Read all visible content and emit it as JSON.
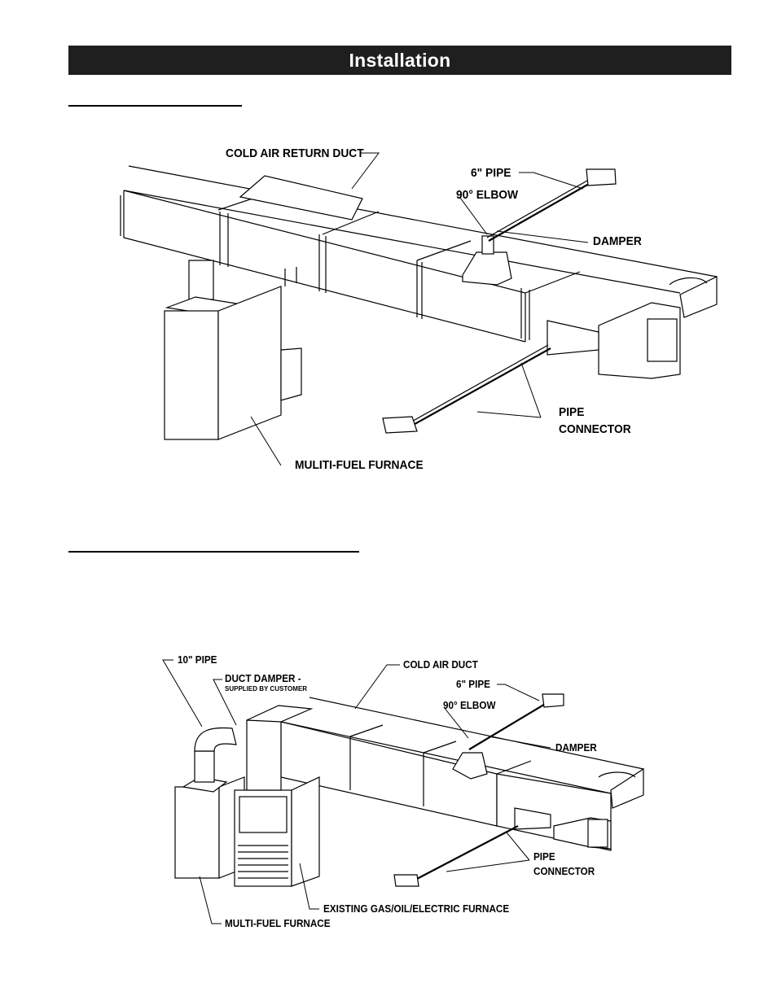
{
  "header": {
    "title": "Installation"
  },
  "diagram1": {
    "labels": {
      "cold_air_return_duct": "COLD AIR RETURN DUCT",
      "pipe_6": "6\" PIPE",
      "elbow_90": "90° ELBOW",
      "damper": "DAMPER",
      "pipe": "PIPE",
      "connector": "CONNECTOR",
      "furnace": "MULITI-FUEL FURNACE"
    }
  },
  "diagram2": {
    "labels": {
      "pipe_10": "10\" PIPE",
      "duct_damper": "DUCT DAMPER -",
      "supplied_by_customer": "SUPPLIED BY CUSTOMER",
      "cold_air_duct": "COLD AIR DUCT",
      "pipe_6": "6\" PIPE",
      "elbow_90": "90° ELBOW",
      "damper": "DAMPER",
      "pipe": "PIPE",
      "connector": "CONNECTOR",
      "existing_furnace": "EXISTING GAS/OIL/ELECTRIC FURNACE",
      "multi_fuel_furnace": "MULTI-FUEL FURNACE"
    }
  }
}
